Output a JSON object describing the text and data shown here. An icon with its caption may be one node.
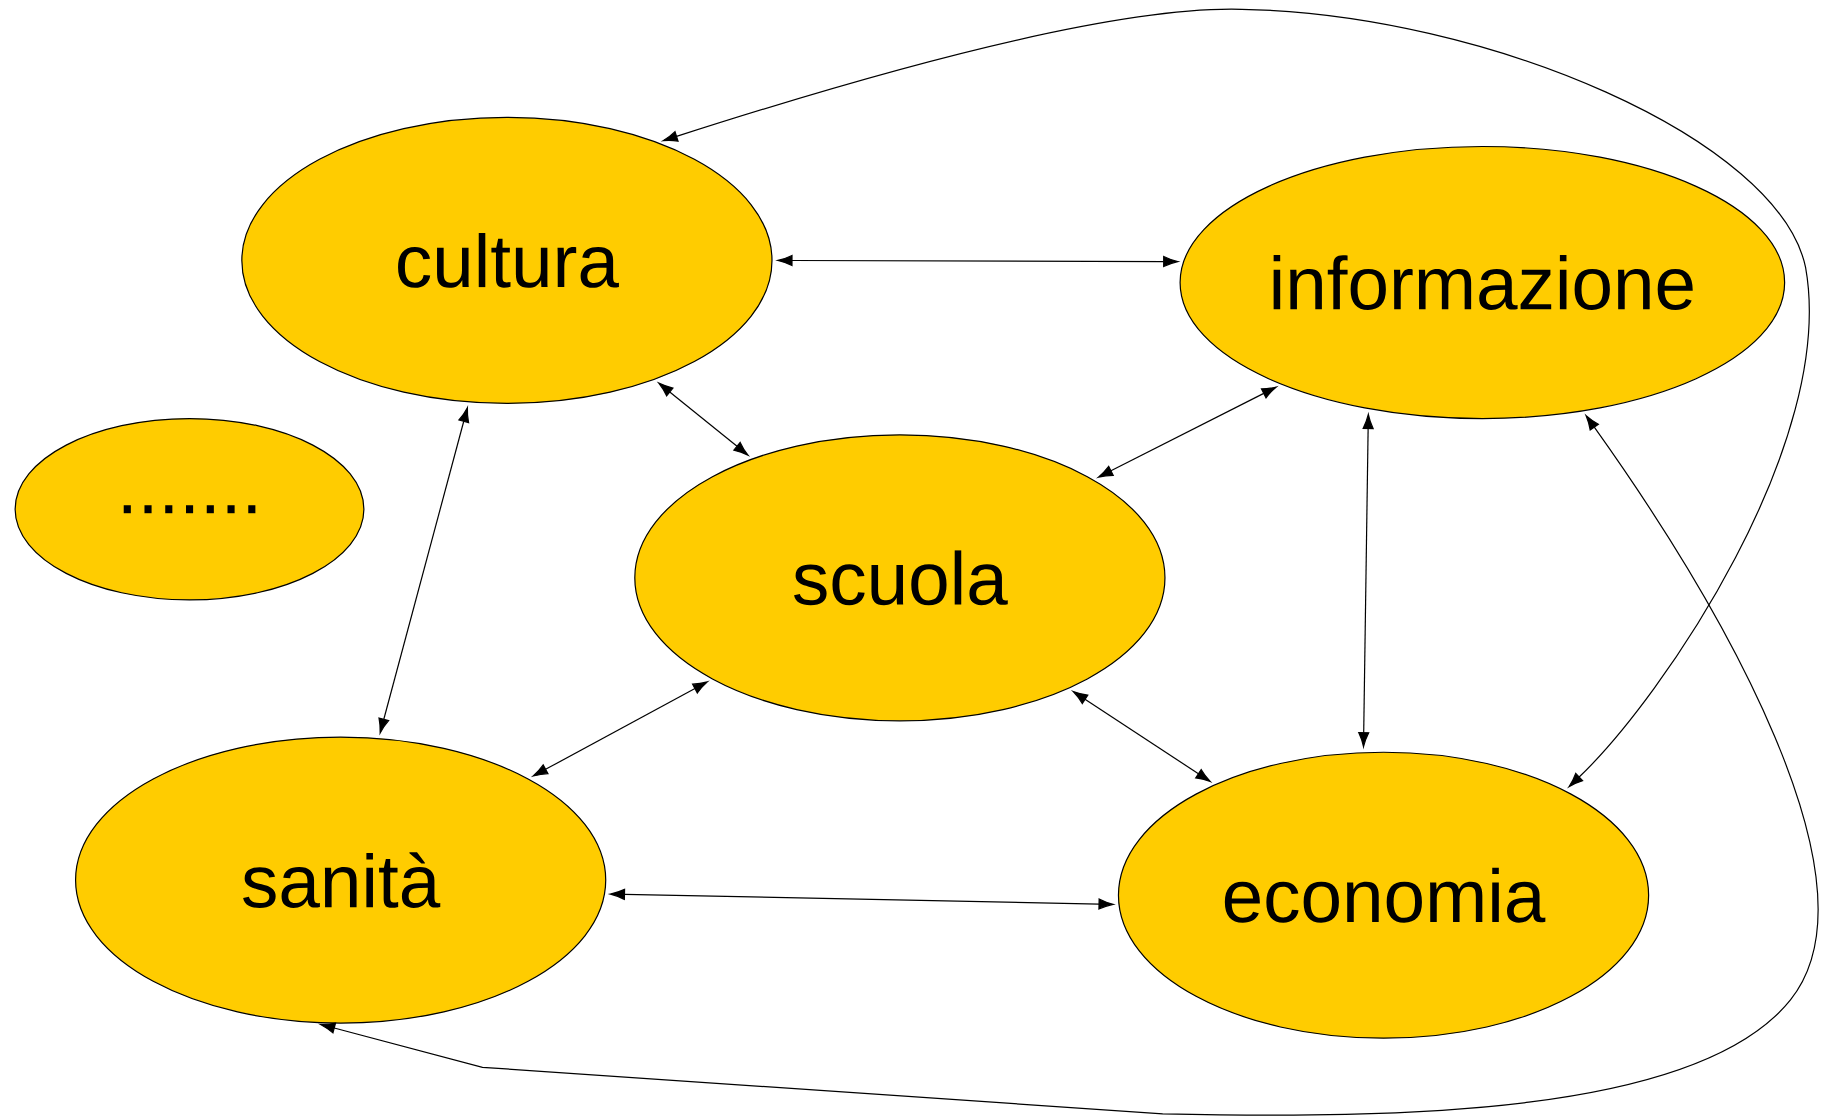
{
  "diagram": {
    "nodes": [
      {
        "text": [
          "cultura"
        ]
      },
      {
        "text": [
          "informazione"
        ]
      },
      {
        "text": [
          "......."
        ]
      },
      {
        "text": [
          "scuola"
        ]
      },
      {
        "text": [
          "sanità"
        ]
      },
      {
        "text": [
          "economia"
        ]
      }
    ],
    "edges": [
      {
        "from": 0,
        "to": 1,
        "arrow": "both"
      },
      {
        "from": 0,
        "to": 3,
        "arrow": "both"
      },
      {
        "from": 0,
        "to": 4,
        "arrow": "both"
      },
      {
        "from": 1,
        "to": 3,
        "arrow": "both"
      },
      {
        "from": 1,
        "to": 5,
        "arrow": "both"
      },
      {
        "from": 3,
        "to": 4,
        "arrow": "both"
      },
      {
        "from": 3,
        "to": 5,
        "arrow": "both"
      },
      {
        "from": 4,
        "to": 5,
        "arrow": "both"
      },
      {
        "from": 0,
        "to": 5,
        "arrow": "both"
      },
      {
        "from": 1,
        "to": 4,
        "arrow": "both"
      }
    ]
  }
}
